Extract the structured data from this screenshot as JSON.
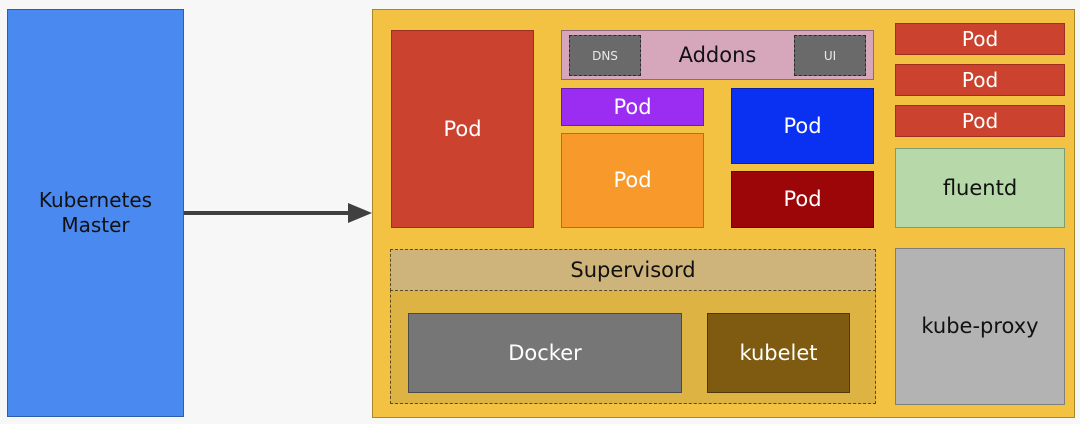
{
  "master": {
    "label": "Kubernetes\nMaster"
  },
  "node": {
    "pod_main": "Pod",
    "addons": {
      "label": "Addons",
      "dns": "DNS",
      "ui": "UI"
    },
    "pod_purple": "Pod",
    "pod_orange": "Pod",
    "pod_blue": "Pod",
    "pod_darkred": "Pod",
    "right_pods": [
      "Pod",
      "Pod",
      "Pod"
    ],
    "fluentd": "fluentd",
    "supervisord": "Supervisord",
    "docker": "Docker",
    "kubelet": "kubelet",
    "kube_proxy": "kube-proxy"
  },
  "colors": {
    "master": "#4a89f0",
    "node": "#f3c242",
    "pod_red": "#cb432f",
    "pod_purple": "#9b2cf2",
    "pod_orange": "#f89a2b",
    "pod_blue": "#0a30f2",
    "pod_darkred": "#9c0608",
    "addons": "#d6a7ba",
    "fluentd": "#b7d8a9",
    "kube_proxy": "#b3b3b3",
    "docker": "#767676",
    "kubelet": "#7e5b10"
  }
}
